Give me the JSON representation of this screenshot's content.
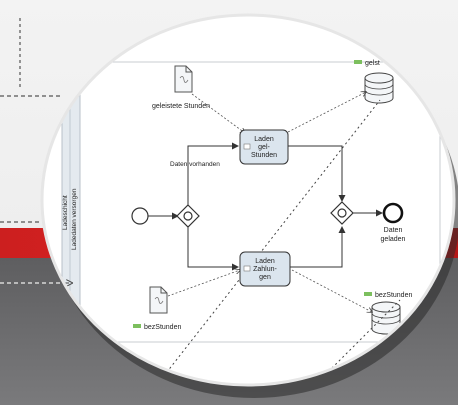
{
  "pool": {
    "lane_title": "Ladeschicht",
    "lane_subtitle": "Ladedaten versorgen"
  },
  "artifacts": {
    "doc_top": "geleistete Stunden",
    "doc_bottom": "bezStunden",
    "db_top": "gelst",
    "db_bottom": "bezStunden"
  },
  "tasks": {
    "task_top": [
      "Laden",
      "gel-",
      "Stunden"
    ],
    "task_bottom": [
      "Laden",
      "Zahlun-",
      "gen"
    ]
  },
  "flows": {
    "condition_label": "Daten vorhanden"
  },
  "events": {
    "end_label": [
      "Daten",
      "geladen"
    ]
  },
  "colors": {
    "task_fill": "#dbe5ee",
    "lane_header": "#e4eaef",
    "data_marker": "#7cbf5e",
    "accent_red": "#cc1f1f"
  }
}
